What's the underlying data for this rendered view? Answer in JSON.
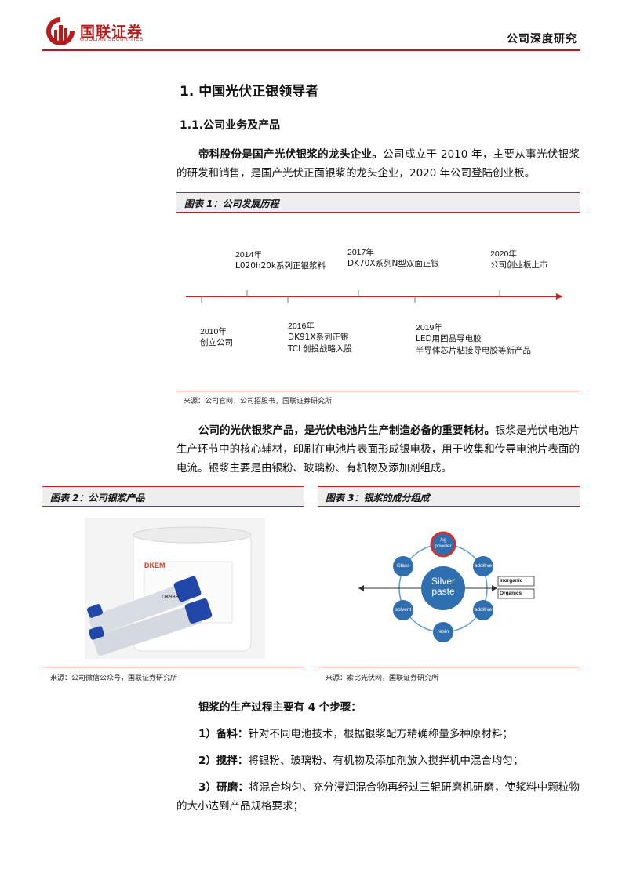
{
  "header": {
    "logo_name": "国联证券",
    "logo_sub": "GUOLIAN SECURITIES",
    "report_type": "公司深度研究"
  },
  "section": {
    "h1": "1. 中国光伏正银领导者",
    "h2": "1.1.公司业务及产品"
  },
  "para1": {
    "bold": "帝科股份是国产光伏银浆的龙头企业。",
    "text": "公司成立于 2010 年，主要从事光伏银浆的研发和销售，是国产光伏正面银浆的龙头企业，2020 年公司登陆创业板。"
  },
  "figure1": {
    "title": "图表 1：公司发展历程",
    "source": "来源：公司官网，公司招股书，国联证券研究所",
    "events_top": [
      {
        "year": "2014年",
        "desc": "L020h20k系列正银浆料"
      },
      {
        "year": "2017年",
        "desc": "DK70X系列N型双面正银"
      },
      {
        "year": "2020年",
        "desc": "公司创业板上市"
      }
    ],
    "events_bottom": [
      {
        "year": "2010年",
        "desc": "创立公司"
      },
      {
        "year": "2016年",
        "desc": "DK91X系列正银",
        "desc2": "TCL创投战略入股"
      },
      {
        "year": "2019年",
        "desc": "LED用固晶导电胶",
        "desc2": "半导体芯片粘接导电胶等新产品"
      }
    ]
  },
  "para2": {
    "bold": "公司的光伏银浆产品，是光伏电池片生产制造必备的重要耗材。",
    "text": "银浆是光伏电池片生产环节中的核心辅材，印刷在电池片表面形成银电极，用于收集和传导电池片表面的电流。银浆主要是由银粉、玻璃粉、有机物及添加剂组成。"
  },
  "figure2": {
    "title": "图表 2：公司银浆产品",
    "source": "来源：公司微信公众号，国联证券研究所",
    "jar_brand": "DKEM",
    "jar_model": "DK93B"
  },
  "figure3": {
    "title": "图表 3：银浆的成分组成",
    "source": "来源：索比光伏网，国联证券研究所",
    "center": [
      "Silver",
      "paste"
    ],
    "nodes": {
      "ag": [
        "Ag",
        "powder"
      ],
      "glass": "Glass",
      "additive1": "additive",
      "solvent": "solvent",
      "additive2": "additive",
      "resin": "resin"
    },
    "legend_inorganic": "Inorganic",
    "legend_organics": "Organics"
  },
  "steps": {
    "intro": "银浆的生产过程主要有 4 个步骤：",
    "s1_bold": "1）备料：",
    "s1_text": "针对不同电池技术，根据银浆配方精确称量多种原材料；",
    "s2_bold": "2）搅拌：",
    "s2_text": "将银粉、玻璃粉、有机物及添加剂放入搅拌机中混合均匀；",
    "s3_bold": "3）研磨：",
    "s3_text": "将混合均匀、充分浸润混合物再经过三辊研磨机研磨，使浆料中颗粒物的大小达到产品规格要求；"
  },
  "colors": {
    "brand_red": "#b71c1c",
    "rule_red": "#cc1d1d",
    "diagram_blue": "#2f6fb0"
  }
}
